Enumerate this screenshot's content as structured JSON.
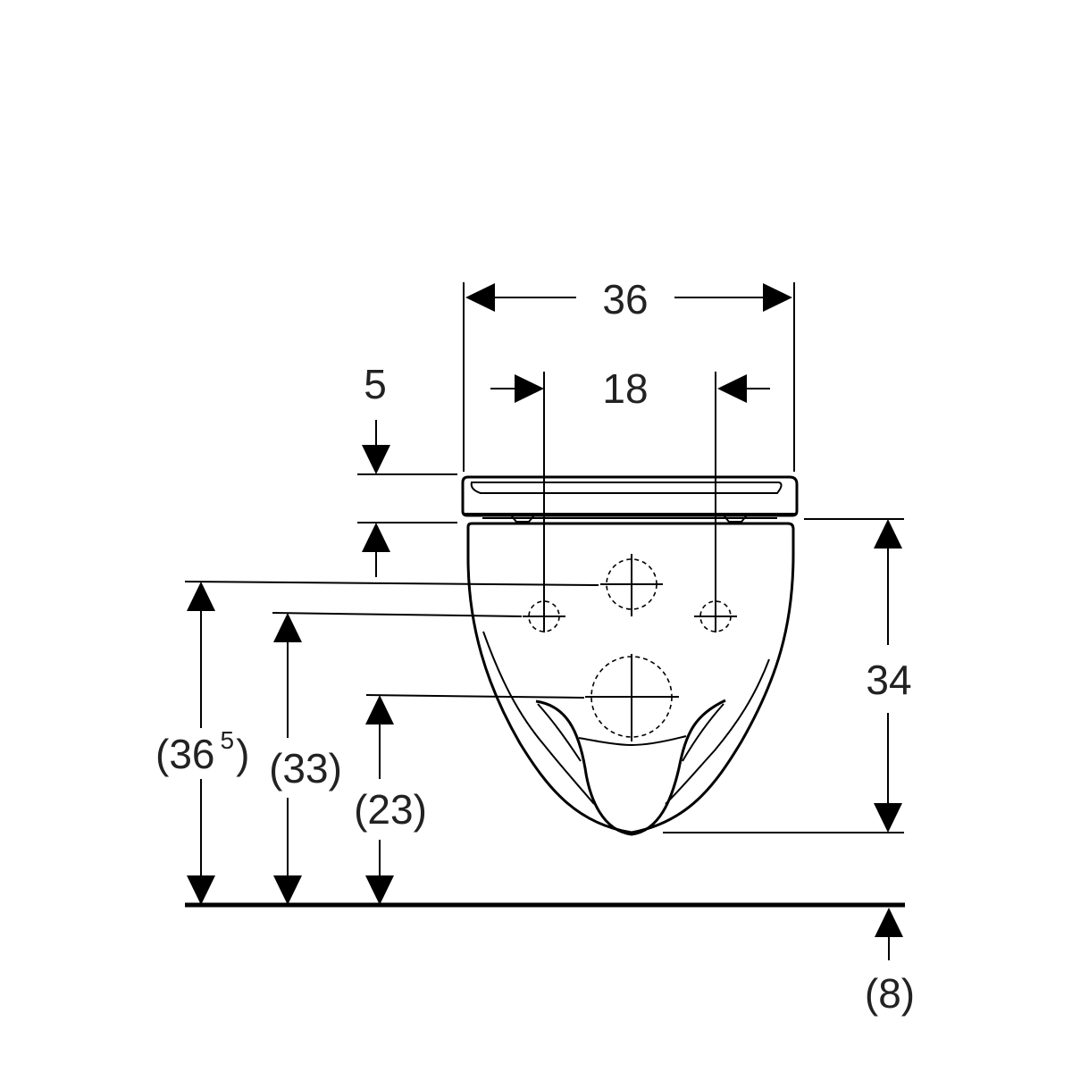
{
  "dimensions": {
    "width_overall": "36",
    "hole_spacing": "18",
    "seat_thickness": "5",
    "bowl_height": "34",
    "height_inlet": "(36",
    "height_inlet_sup": "5",
    "height_inlet_close": ")",
    "height_fixing": "(33)",
    "height_outlet": "(23)",
    "floor_offset": "(8)"
  }
}
